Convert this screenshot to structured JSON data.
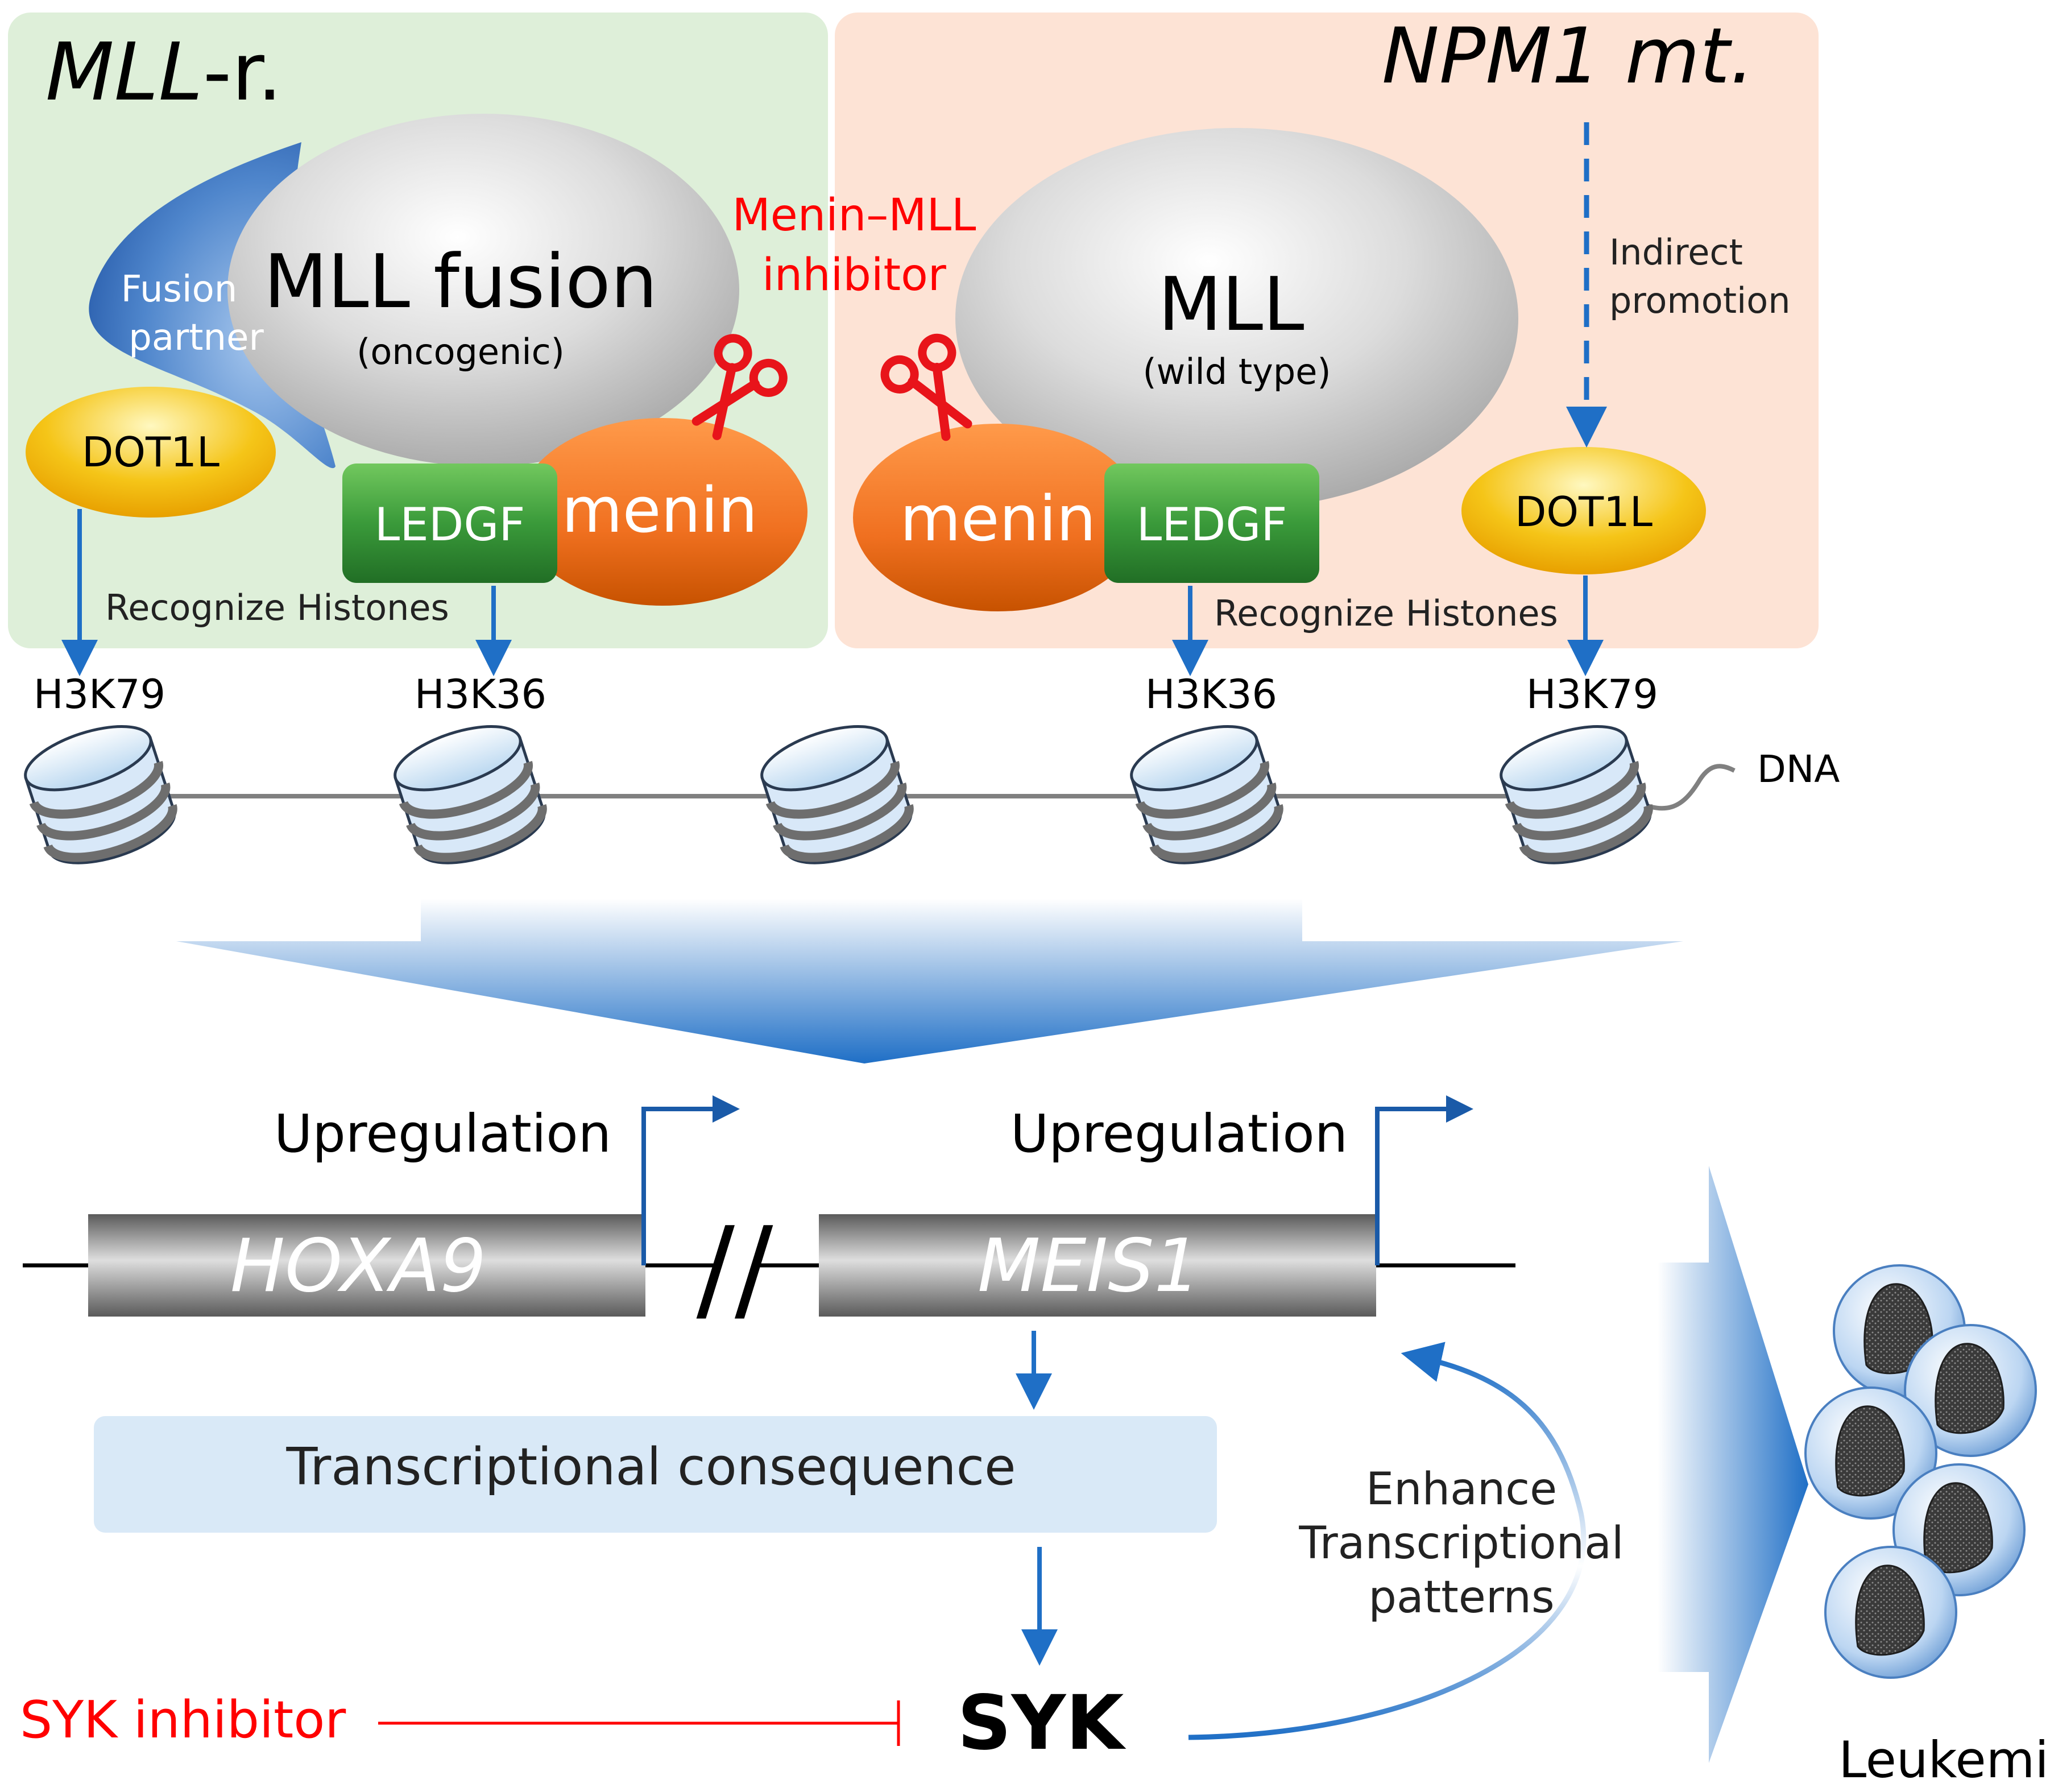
{
  "panels": {
    "left_title_italic": "MLL",
    "left_title_rest": "-r.",
    "right_title": "NPM1 mt."
  },
  "left_complex": {
    "mll_label": "MLL fusion",
    "mll_sub": "(oncogenic)",
    "fusion_line1": "Fusion",
    "fusion_line2": "partner",
    "dot1l": "DOT1L",
    "ledgf": "LEDGF",
    "menin": "menin",
    "recognize": "Recognize Histones"
  },
  "inhibitor": {
    "line1": "Menin–MLL",
    "line2": "inhibitor"
  },
  "right_complex": {
    "mll_label": "MLL",
    "mll_sub": "(wild type)",
    "menin": "menin",
    "ledgf": "LEDGF",
    "dot1l": "DOT1L",
    "recognize": "Recognize Histones",
    "indirect_line1": "Indirect",
    "indirect_line2": "promotion"
  },
  "histones": {
    "labels": [
      "H3K79",
      "H3K36",
      "H3K36",
      "H3K79"
    ],
    "dna": "DNA"
  },
  "genes": {
    "hoxa9": "HOXA9",
    "meis1": "MEIS1",
    "upregulation": "Upregulation",
    "break_mark": "//"
  },
  "consequence": {
    "box": "Transcriptional consequence",
    "enhance_line1": "Enhance",
    "enhance_line2": "Transcriptional",
    "enhance_line3": "patterns"
  },
  "syk": {
    "label": "SYK",
    "inhibitor": "SYK inhibitor"
  },
  "outcome": {
    "label": "Leukemia"
  },
  "colors": {
    "green_panel": "#deefd9",
    "orange_panel": "#fde3d5",
    "arrow_blue": "#1f6fc6",
    "inhibitor_red": "#ff0000",
    "menin_orange": "#f07020",
    "ledgf_green": "#3a9a3a",
    "dot1l_yellow": "#f5c518"
  }
}
